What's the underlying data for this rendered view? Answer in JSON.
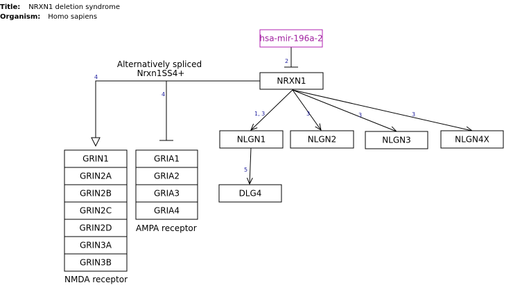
{
  "header": {
    "title_label": "Title:",
    "title": "NRXN1 deletion syndrome",
    "organism_label": "Organism:",
    "organism": "Homo sapiens"
  },
  "nodes": {
    "mir": "hsa-mir-196a-2",
    "nrxn1": "NRXN1",
    "nlgn1": "NLGN1",
    "nlgn2": "NLGN2",
    "nlgn3": "NLGN3",
    "nlgn4x": "NLGN4X",
    "dlg4": "DLG4"
  },
  "nmda": {
    "items": [
      "GRIN1",
      "GRIN2A",
      "GRIN2B",
      "GRIN2C",
      "GRIN2D",
      "GRIN3A",
      "GRIN3B"
    ],
    "caption": "NMDA receptor"
  },
  "ampa": {
    "items": [
      "GRIA1",
      "GRIA2",
      "GRIA3",
      "GRIA4"
    ],
    "caption": "AMPA receptor"
  },
  "splice_label": {
    "line1": "Alternatively spliced",
    "line2": "Nrxn1SS4+"
  },
  "edge_labels": {
    "mir_nrxn1": "2",
    "nrxn1_nmda": "4",
    "nrxn1_ampa": "4",
    "nrxn1_nlgn1": "1, 3",
    "nrxn1_nlgn2": "3",
    "nrxn1_nlgn3": "3",
    "nrxn1_nlgn4x": "3",
    "nlgn1_dlg4": "5"
  },
  "colors": {
    "mirna": "#a020a0",
    "edge_label": "#1a1a9c"
  }
}
